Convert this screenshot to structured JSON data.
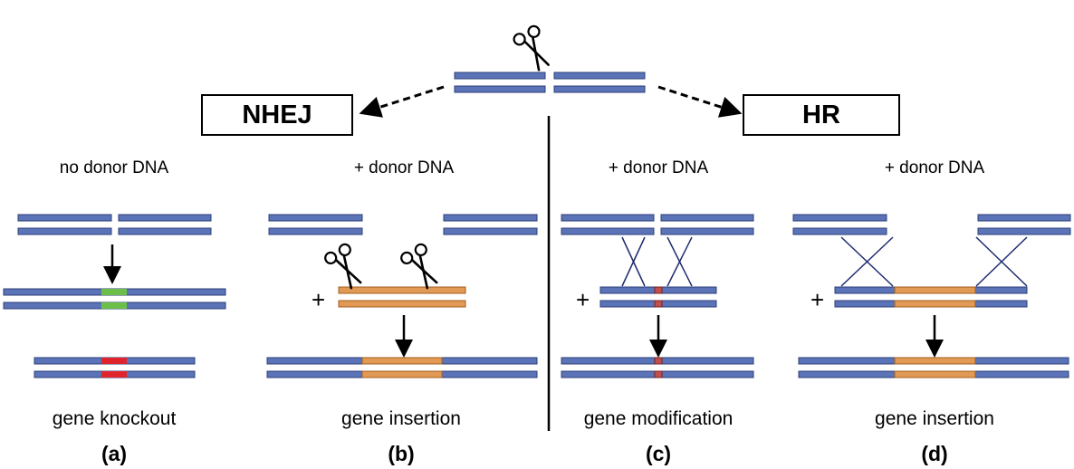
{
  "pathways": {
    "nhej": "NHEJ",
    "hr": "HR"
  },
  "panels": [
    {
      "id": "a",
      "condition": "no donor DNA",
      "outcome": "gene knockout",
      "letter": "(a)"
    },
    {
      "id": "b",
      "condition": "+ donor DNA",
      "outcome": "gene insertion",
      "letter": "(b)"
    },
    {
      "id": "c",
      "condition": "+ donor DNA",
      "outcome": "gene modification",
      "letter": "(c)"
    },
    {
      "id": "d",
      "condition": "+ donor DNA",
      "outcome": "gene insertion",
      "letter": "(d)"
    }
  ],
  "symbols": {
    "plus": "+"
  },
  "icons": [
    "scissors-icon"
  ],
  "colors": {
    "dna_strand": "#5b73b7",
    "dna_strand_border": "#2c3f7a",
    "donor_dna": "#e09a55",
    "donor_dna_border": "#a35e1e",
    "indel_insertion": "#6cc04a",
    "indel_deletion": "#e0242c",
    "point_modification": "#c0504d"
  }
}
